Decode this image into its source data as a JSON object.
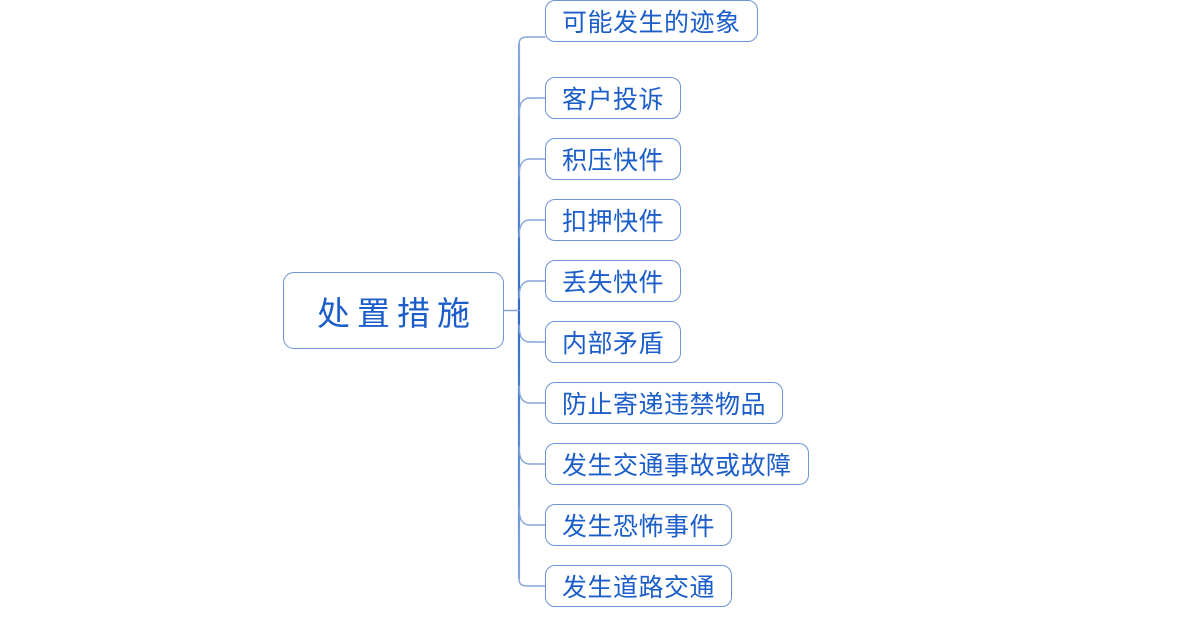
{
  "mindmap": {
    "root": {
      "label": "处置措施"
    },
    "children": [
      {
        "label": "客户投诉"
      },
      {
        "label": "积压快件"
      },
      {
        "label": "扣押快件"
      },
      {
        "label": "丢失快件"
      },
      {
        "label": "内部矛盾"
      },
      {
        "label": "防止寄递违禁物品"
      },
      {
        "label": "发生交通事故或故障"
      },
      {
        "label": "发生恐怖事件"
      },
      {
        "label": "发生道路交通"
      },
      {
        "label": "可能发生的迹象"
      }
    ]
  },
  "colors": {
    "text": "#1b5ec9",
    "node_border": "#6e93d6",
    "branch": "#85a4da",
    "spine_dark": "#2e6bc6",
    "spine_light": "#8aa9dc",
    "background": "#ffffff"
  }
}
